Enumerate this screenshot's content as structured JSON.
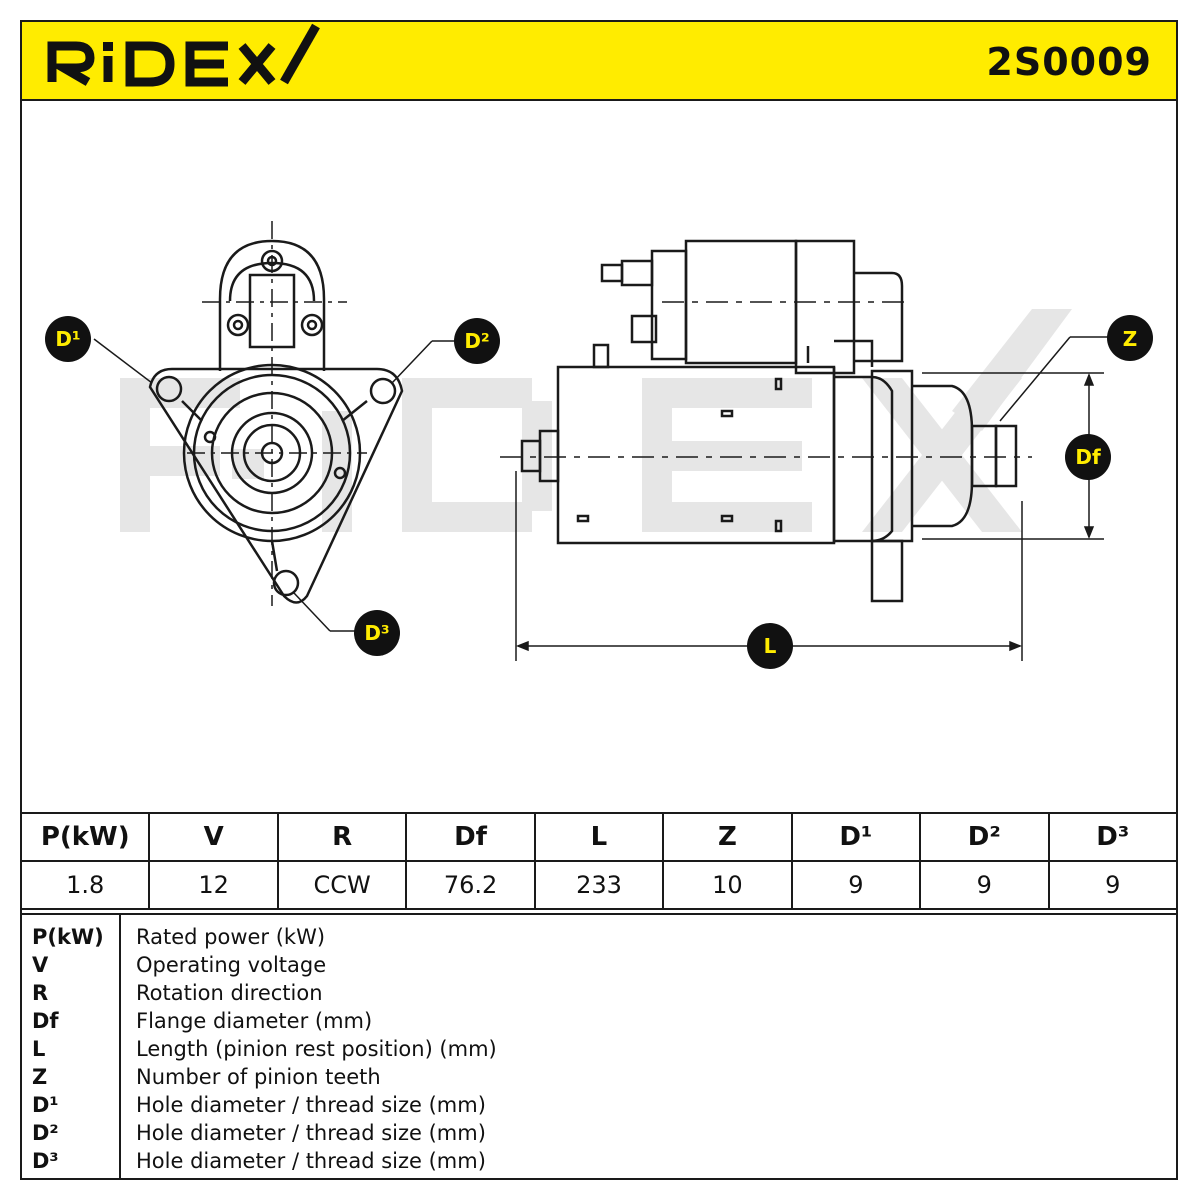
{
  "header": {
    "brand": "RIDEX",
    "part_number": "2S0009",
    "brand_color": "#ffec00"
  },
  "drawing": {
    "callouts": {
      "d1": "D¹",
      "d2": "D²",
      "d3": "D³",
      "z": "Z",
      "df": "Df",
      "l": "L"
    },
    "watermark": "RIDEX"
  },
  "specs": {
    "headers": [
      "P(kW)",
      "V",
      "R",
      "Df",
      "L",
      "Z",
      "D¹",
      "D²",
      "D³"
    ],
    "values": [
      "1.8",
      "12",
      "CCW",
      "76.2",
      "233",
      "10",
      "9",
      "9",
      "9"
    ]
  },
  "legend": [
    {
      "key": "P(kW)",
      "desc": "Rated power (kW)"
    },
    {
      "key": "V",
      "desc": "Operating voltage"
    },
    {
      "key": "R",
      "desc": "Rotation direction"
    },
    {
      "key": "Df",
      "desc": "Flange diameter (mm)"
    },
    {
      "key": "L",
      "desc": "Length (pinion rest position) (mm)"
    },
    {
      "key": "Z",
      "desc": "Number of pinion teeth"
    },
    {
      "key": "D¹",
      "desc": "Hole diameter / thread size (mm)"
    },
    {
      "key": "D²",
      "desc": "Hole diameter / thread size (mm)"
    },
    {
      "key": "D³",
      "desc": "Hole diameter / thread size (mm)"
    }
  ]
}
